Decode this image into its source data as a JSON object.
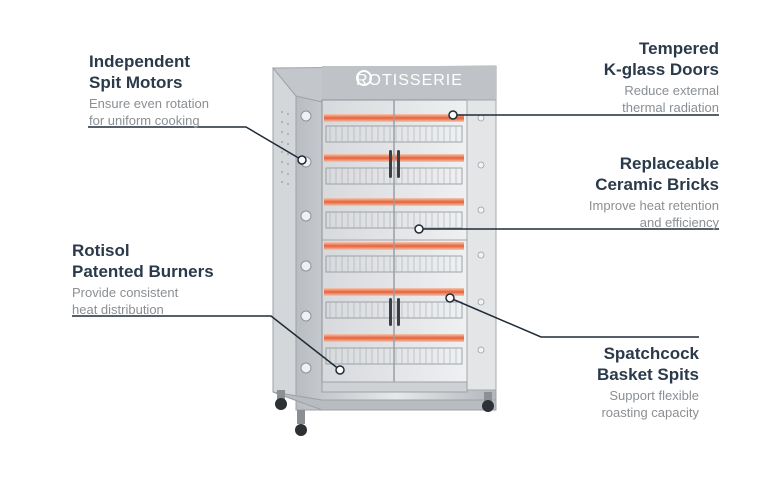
{
  "brand": "ROTISSERIE",
  "callouts": {
    "motors": {
      "title_1": "Independent",
      "title_2": "Spit Motors",
      "desc_1": "Ensure even rotation",
      "desc_2": "for uniform cooking"
    },
    "burners": {
      "title_1": "Rotisol",
      "title_2": "Patented Burners",
      "desc_1": "Provide consistent",
      "desc_2": "heat distribution"
    },
    "doors": {
      "title_1": "Tempered",
      "title_2": "K-glass Doors",
      "desc_1": "Reduce external",
      "desc_2": "thermal radiation"
    },
    "bricks": {
      "title_1": "Replaceable",
      "title_2": "Ceramic Bricks",
      "desc_1": "Improve heat retention",
      "desc_2": "and efficiency"
    },
    "spits": {
      "title_1": "Spatchcock",
      "title_2": "Basket Spits",
      "desc_1": "Support flexible",
      "desc_2": "roasting capacity"
    }
  },
  "colors": {
    "title": "#2b3a4a",
    "desc": "#8a8f94",
    "leader": "#1f2b38",
    "heater": "#e8603a",
    "steel": "#c9ccd0"
  }
}
